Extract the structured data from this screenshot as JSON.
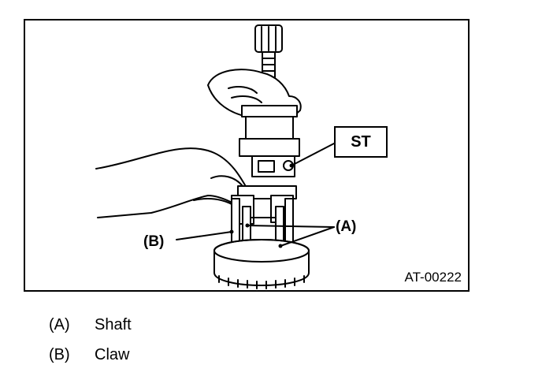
{
  "figure": {
    "callout_st": "ST",
    "label_a": "(A)",
    "label_b": "(B)",
    "figure_id": "AT-00222"
  },
  "legend": [
    {
      "key": "(A)",
      "text": "Shaft"
    },
    {
      "key": "(B)",
      "text": "Claw"
    }
  ]
}
